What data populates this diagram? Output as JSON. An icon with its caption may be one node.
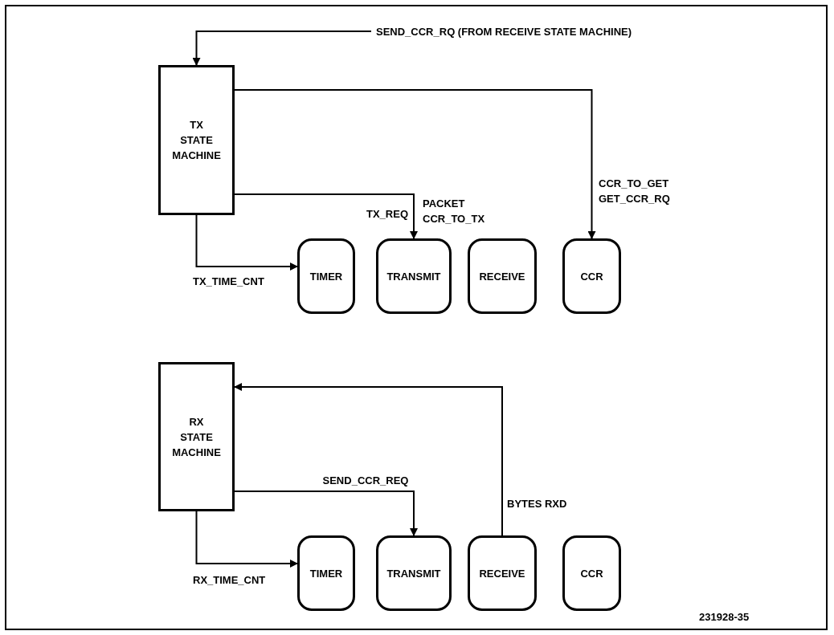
{
  "diagram": {
    "nodes": [
      {
        "text": [
          "TX STATE MACHINE"
        ]
      },
      {
        "text": [
          "TIMER"
        ]
      },
      {
        "text": [
          "TRANSMIT"
        ]
      },
      {
        "text": [
          "RECEIVE"
        ]
      },
      {
        "text": [
          "CCR"
        ]
      },
      {
        "text": [
          "RX STATE MACHINE"
        ]
      },
      {
        "text": [
          "TIMER"
        ]
      },
      {
        "text": [
          "TRANSMIT"
        ]
      },
      {
        "text": [
          "RECEIVE"
        ]
      },
      {
        "text": [
          "CCR"
        ]
      }
    ],
    "edges": [
      {
        "from": null,
        "to": 0,
        "arrow": "to",
        "label": "SEND_CCR_RQ (FROM RECEIVE STATE MACHINE)"
      },
      {
        "from": 0,
        "to": 4,
        "arrow": "to",
        "label": "CCR_TO_GET GET_CCR_RQ"
      },
      {
        "from": 0,
        "to": 2,
        "arrow": "to",
        "label": "TX_REQ"
      },
      {
        "from": 0,
        "to": 1,
        "arrow": "to",
        "label": "TX_TIME_CNT"
      },
      {
        "from": 8,
        "to": 5,
        "arrow": "to",
        "label": "BYTES RXD"
      },
      {
        "from": 5,
        "to": 7,
        "arrow": "to",
        "label": "SEND_CCR_REQ"
      },
      {
        "from": 5,
        "to": 6,
        "arrow": "to",
        "label": "RX_TIME_CNT"
      }
    ],
    "labels": [
      "PACKET CCR_TO_TX",
      "231928-35"
    ]
  }
}
